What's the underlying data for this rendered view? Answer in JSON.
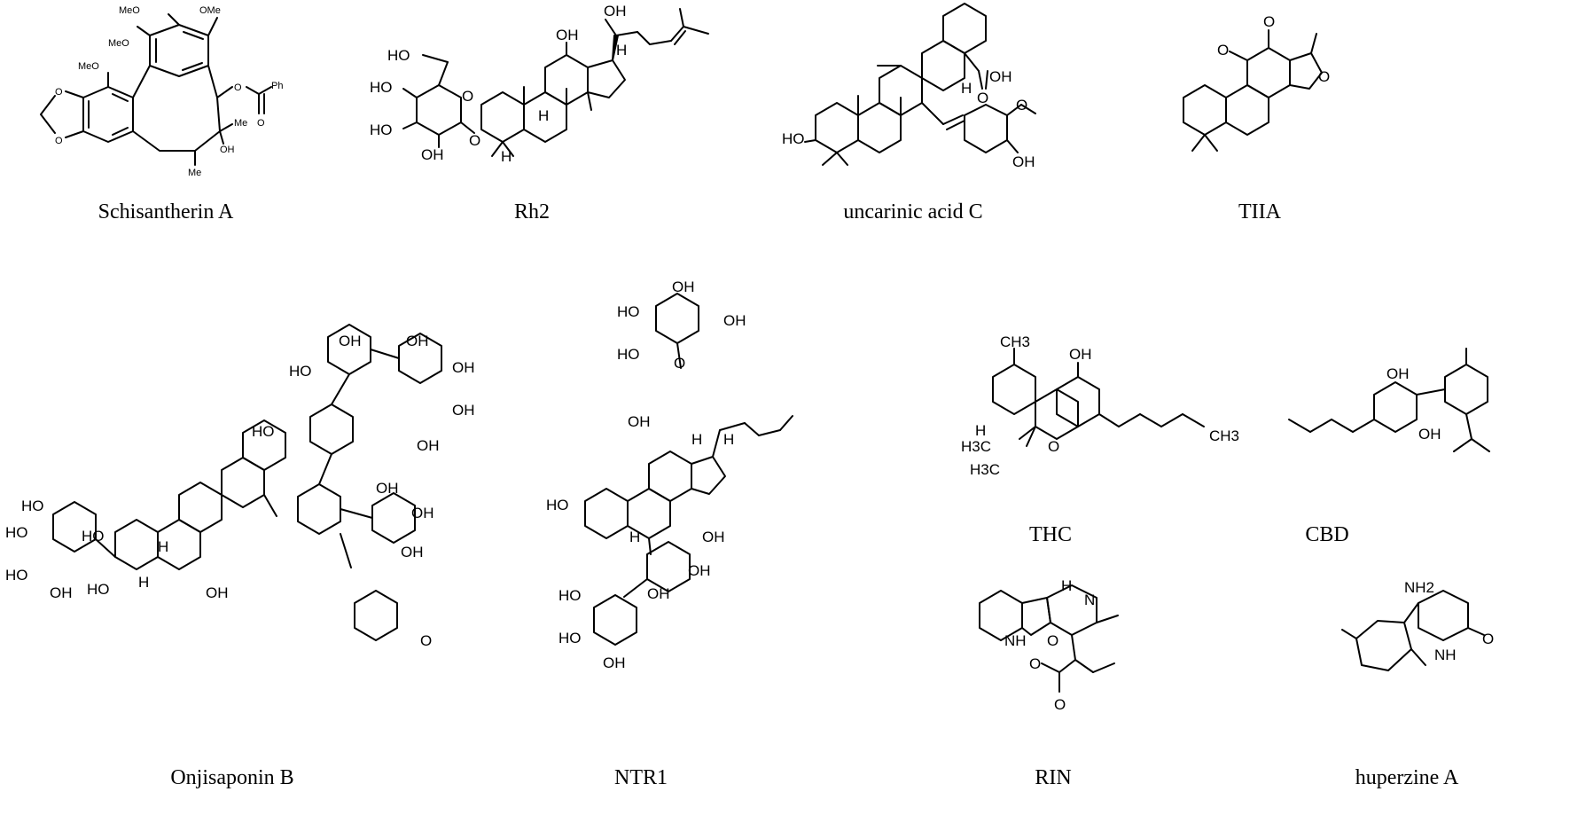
{
  "compounds": [
    {
      "name": "Schisantherin A",
      "labels": {
        "meo1": "MeO",
        "ome": "OMe",
        "meo2": "MeO",
        "meo3": "MeO",
        "ph": "Ph",
        "me1": "Me",
        "oh": "OH",
        "me2": "Me",
        "o1": "O",
        "o2": "O",
        "o3": "O",
        "o4": "O"
      }
    },
    {
      "name": "Rh2",
      "labels": {
        "ho1": "HO",
        "ho2": "HO",
        "ho3": "HO",
        "oh1": "OH",
        "oh2": "OH",
        "oh3": "OH",
        "o1": "O",
        "o2": "O",
        "h1": "H",
        "h2": "H",
        "h3": "H"
      }
    },
    {
      "name": "uncarinic acid C",
      "labels": {
        "ho": "HO",
        "oh1": "OH",
        "oh2": "OH",
        "o1": "O",
        "o2": "O",
        "h": "H"
      }
    },
    {
      "name": "TIIA",
      "labels": {
        "o1": "O",
        "o2": "O",
        "o3": "O"
      }
    },
    {
      "name": "Onjisaponin B",
      "labels": {
        "ho1": "HO",
        "ho2": "HO",
        "ho3": "HO",
        "ho4": "HO",
        "ho5": "HO",
        "ho6": "HO",
        "ho7": "HO",
        "oh1": "OH",
        "oh2": "OH",
        "oh3": "OH",
        "oh4": "OH",
        "oh5": "OH",
        "oh6": "OH",
        "oh7": "OH",
        "oh8": "OH",
        "oh9": "OH",
        "oh10": "OH",
        "o": "O",
        "h1": "H",
        "h2": "H"
      }
    },
    {
      "name": "NTR1",
      "labels": {
        "ho1": "HO",
        "ho2": "HO",
        "ho3": "HO",
        "ho4": "HO",
        "ho5": "HO",
        "oh1": "OH",
        "oh2": "OH",
        "oh3": "OH",
        "oh4": "OH",
        "oh5": "OH",
        "oh6": "OH",
        "oh7": "OH",
        "o": "O",
        "h1": "H",
        "h2": "H",
        "h3": "H"
      }
    },
    {
      "name": "THC",
      "labels": {
        "ch3a": "CH3",
        "oh": "OH",
        "h": "H",
        "h3c1": "H3C",
        "h3c2": "H3C",
        "o": "O",
        "ch3b": "CH3"
      }
    },
    {
      "name": "CBD",
      "labels": {
        "oh1": "OH",
        "oh2": "OH"
      }
    },
    {
      "name": "RIN",
      "labels": {
        "h": "H",
        "n": "N",
        "nh": "NH",
        "o1": "O",
        "o2": "O",
        "o3": "O"
      }
    },
    {
      "name": "huperzine A",
      "labels": {
        "nh2": "NH2",
        "nh": "NH",
        "o": "O"
      }
    }
  ]
}
